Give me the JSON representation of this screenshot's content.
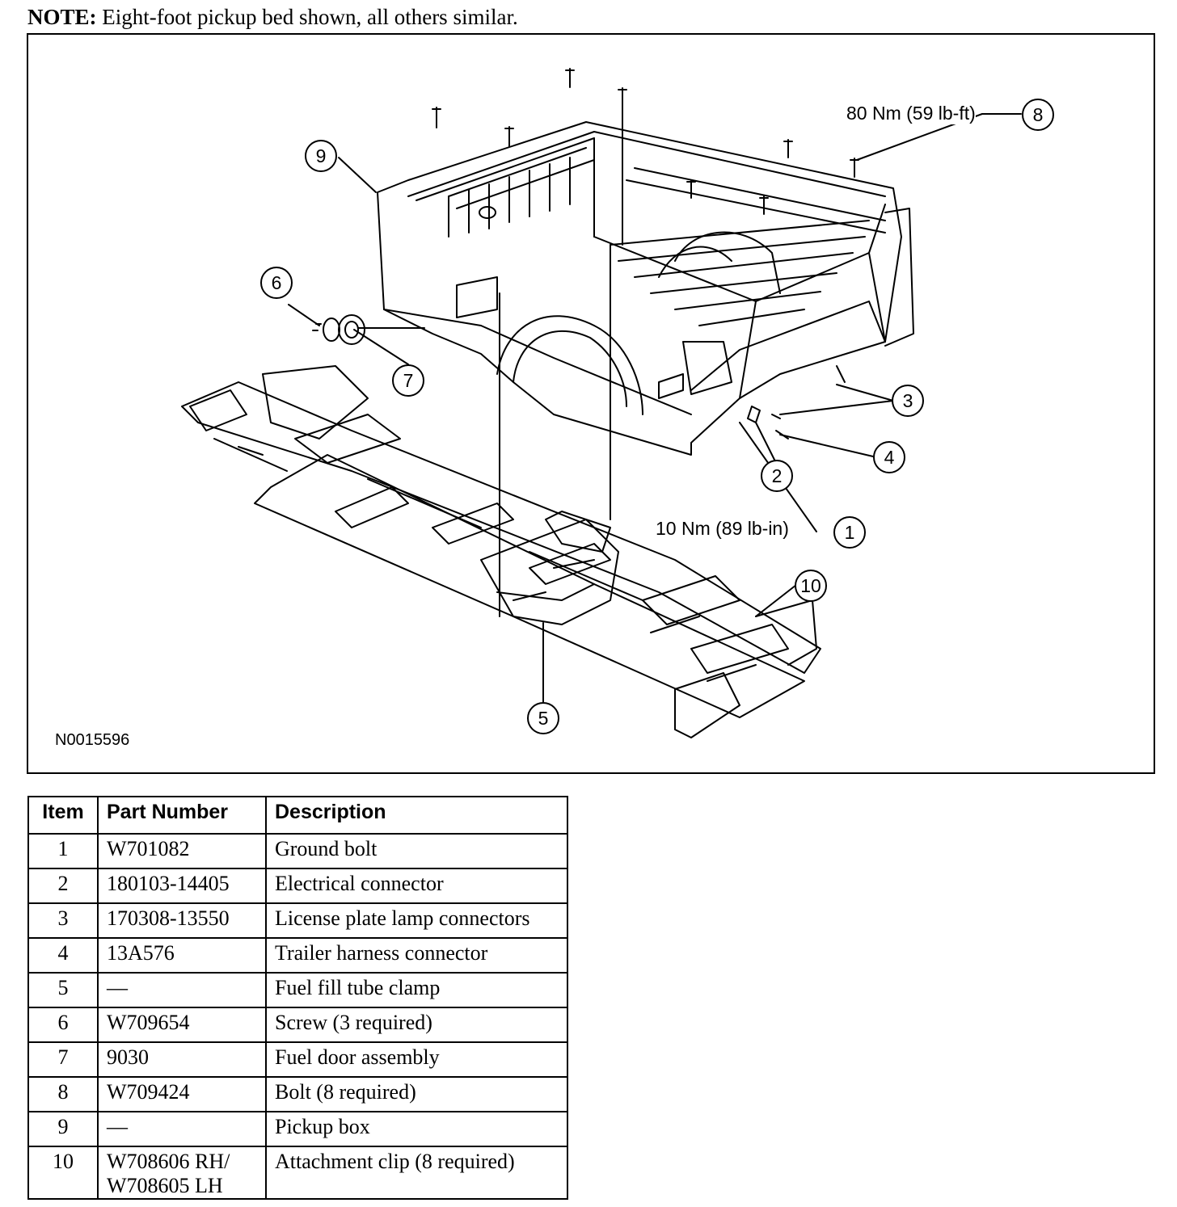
{
  "note": {
    "label": "NOTE:",
    "text": "Eight-foot pickup bed shown, all others similar."
  },
  "figure": {
    "id": "N0015596",
    "callouts": [
      "1",
      "2",
      "3",
      "4",
      "5",
      "6",
      "7",
      "8",
      "9",
      "10"
    ],
    "torque_8": "80 Nm (59 lb-ft)",
    "torque_1": "10 Nm (89 lb-in)"
  },
  "table": {
    "headers": {
      "item": "Item",
      "part_number": "Part Number",
      "description": "Description"
    },
    "rows": [
      {
        "item": "1",
        "part_number": "W701082",
        "description": "Ground bolt"
      },
      {
        "item": "2",
        "part_number": "180103-14405",
        "description": "Electrical connector"
      },
      {
        "item": "3",
        "part_number": "170308-13550",
        "description": "License plate lamp connectors"
      },
      {
        "item": "4",
        "part_number": "13A576",
        "description": "Trailer harness connector"
      },
      {
        "item": "5",
        "part_number": "—",
        "description": "Fuel fill tube clamp"
      },
      {
        "item": "6",
        "part_number": "W709654",
        "description": "Screw (3 required)"
      },
      {
        "item": "7",
        "part_number": "9030",
        "description": "Fuel door assembly"
      },
      {
        "item": "8",
        "part_number": "W709424",
        "description": "Bolt (8 required)"
      },
      {
        "item": "9",
        "part_number": "—",
        "description": "Pickup box"
      },
      {
        "item": "10",
        "part_number": "W708606 RH/",
        "part_number_2": "W708605 LH",
        "description": "Attachment clip (8 required)"
      }
    ]
  }
}
